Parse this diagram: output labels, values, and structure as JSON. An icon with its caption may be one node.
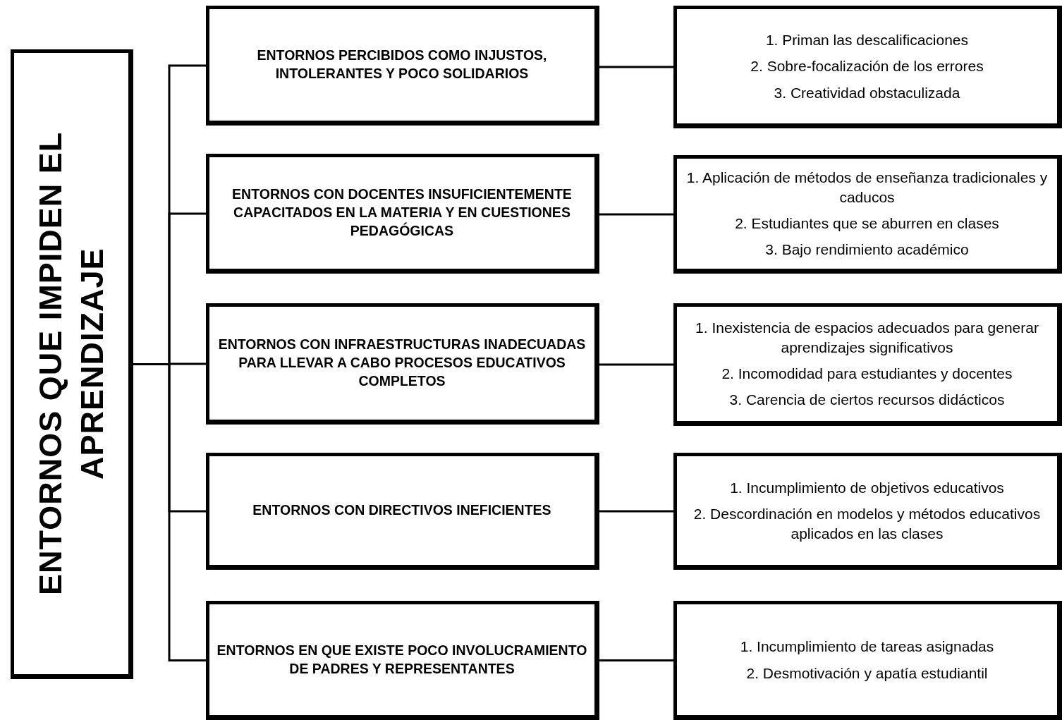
{
  "diagram": {
    "nodes": [
      {
        "text": [
          "ENTORNOS QUE IMPIDEN EL APRENDIZAJE"
        ]
      },
      {
        "text": [
          "ENTORNOS PERCIBIDOS COMO INJUSTOS, INTOLERANTES Y POCO SOLIDARIOS"
        ]
      },
      {
        "text": [
          "1. Priman las descalificaciones",
          "2. Sobre-focalización de los errores",
          "3. Creatividad obstaculizada"
        ]
      },
      {
        "text": [
          "ENTORNOS CON DOCENTES INSUFICIENTEMENTE CAPACITADOS EN LA MATERIA Y EN CUESTIONES PEDAGÓGICAS"
        ]
      },
      {
        "text": [
          "1. Aplicación de métodos de enseñanza tradicionales y caducos",
          "2. Estudiantes que se aburren en clases",
          "3. Bajo rendimiento académico"
        ]
      },
      {
        "text": [
          "ENTORNOS CON INFRAESTRUCTURAS INADECUADAS PARA LLEVAR A CABO PROCESOS EDUCATIVOS COMPLETOS"
        ]
      },
      {
        "text": [
          "1. Inexistencia de espacios adecuados para generar aprendizajes significativos",
          "2. Incomodidad para estudiantes y docentes",
          "3. Carencia de ciertos recursos didácticos"
        ]
      },
      {
        "text": [
          "ENTORNOS CON DIRECTIVOS INEFICIENTES"
        ]
      },
      {
        "text": [
          "1. Incumplimiento de objetivos educativos",
          "2. Descordinación en modelos y métodos educativos aplicados en las clases"
        ]
      },
      {
        "text": [
          "ENTORNOS EN QUE EXISTE POCO INVOLUCRAMIENTO DE PADRES Y REPRESENTANTES"
        ]
      },
      {
        "text": [
          "1. Incumplimiento de tareas asignadas",
          "2. Desmotivación y apatía estudiantil"
        ]
      }
    ],
    "edges": [
      {
        "from": 0,
        "to": 1,
        "arrow": "none"
      },
      {
        "from": 1,
        "to": 2,
        "arrow": "none"
      },
      {
        "from": 0,
        "to": 3,
        "arrow": "none"
      },
      {
        "from": 3,
        "to": 4,
        "arrow": "none"
      },
      {
        "from": 0,
        "to": 5,
        "arrow": "none"
      },
      {
        "from": 5,
        "to": 6,
        "arrow": "none"
      },
      {
        "from": 0,
        "to": 7,
        "arrow": "none"
      },
      {
        "from": 7,
        "to": 8,
        "arrow": "none"
      },
      {
        "from": 0,
        "to": 9,
        "arrow": "none"
      },
      {
        "from": 9,
        "to": 10,
        "arrow": "none"
      }
    ]
  }
}
